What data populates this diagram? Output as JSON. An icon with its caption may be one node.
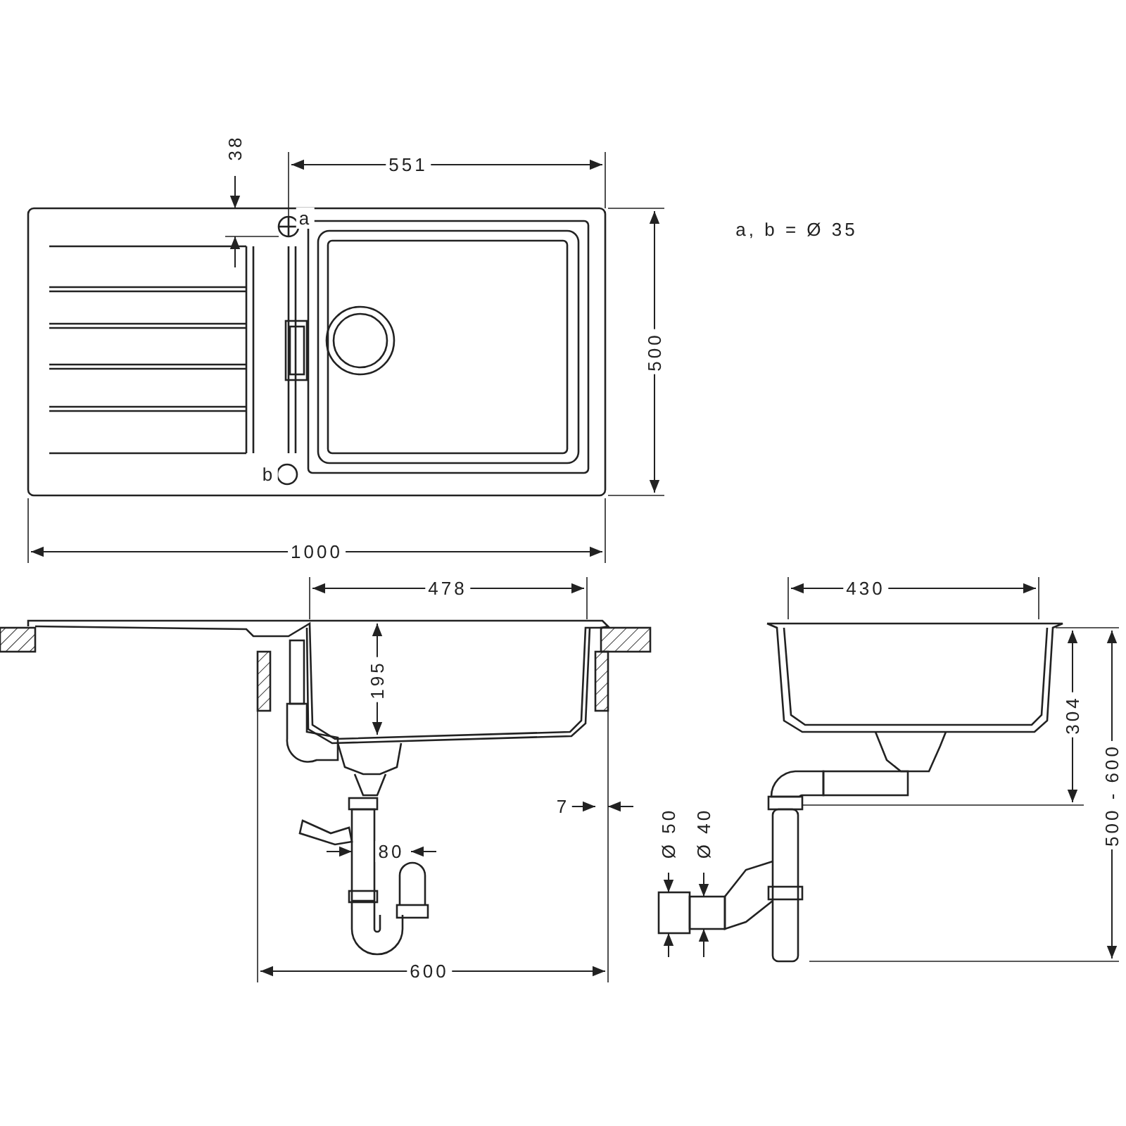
{
  "diagram": {
    "labels": [
      "38",
      "551",
      "a",
      "a, b = Ø 35",
      "500",
      "b",
      "1000",
      "478",
      "430",
      "195",
      "304",
      "500 - 600",
      "7",
      "80",
      "Ø 50",
      "Ø 40",
      "600"
    ]
  }
}
